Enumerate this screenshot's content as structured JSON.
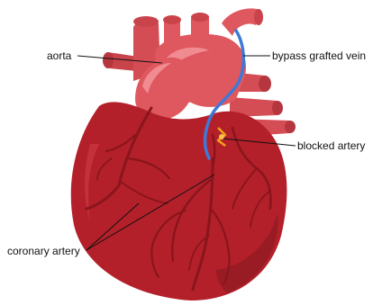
{
  "labels": {
    "aorta": "aorta",
    "bypass": "bypass grafted vein",
    "blocked": "blocked artery",
    "coronary": "coronary artery"
  },
  "colors": {
    "heart": "#b3202a",
    "heart_dark": "#8e1a22",
    "vessel": "#e0585f",
    "vessel_light": "#f08c91",
    "vessel_dark": "#c9434b",
    "artery_line": "#8a151c",
    "bypass": "#3f78d6",
    "block": "#f2a417",
    "leader": "#111111"
  }
}
